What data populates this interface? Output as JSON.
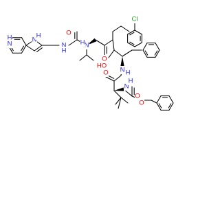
{
  "colors": {
    "bond": "#000000",
    "N": "#2626e6",
    "O": "#e60000",
    "Cl": "#1fa31f",
    "background": "#ffffff"
  },
  "atoms": [
    {
      "id": "a0",
      "element": "N",
      "label": "H"
    },
    {
      "id": "a1",
      "element": "N",
      "label": "N"
    },
    {
      "id": "a2",
      "element": "N",
      "label": "N"
    },
    {
      "id": "a3",
      "element": "N",
      "label": "H"
    },
    {
      "id": "a4",
      "element": "O",
      "label": "O"
    },
    {
      "id": "a5",
      "element": "N",
      "label": "N"
    },
    {
      "id": "a6",
      "element": "N",
      "label": "H"
    },
    {
      "id": "a7",
      "element": "N",
      "label": "N"
    },
    {
      "id": "a8",
      "element": "N",
      "label": "H"
    },
    {
      "id": "a9",
      "element": "Cl",
      "label": "Cl"
    },
    {
      "id": "a10",
      "element": "O",
      "label": "O"
    },
    {
      "id": "a11",
      "element": "O",
      "label": "HO"
    },
    {
      "id": "a12",
      "element": "N",
      "label": "N"
    },
    {
      "id": "a13",
      "element": "N",
      "label": "H"
    },
    {
      "id": "a14",
      "element": "O",
      "label": "O"
    },
    {
      "id": "a15",
      "element": "N",
      "label": "N"
    },
    {
      "id": "a16",
      "element": "N",
      "label": "H"
    },
    {
      "id": "a17",
      "element": "O",
      "label": "O"
    },
    {
      "id": "a18",
      "element": "O",
      "label": "O"
    }
  ]
}
